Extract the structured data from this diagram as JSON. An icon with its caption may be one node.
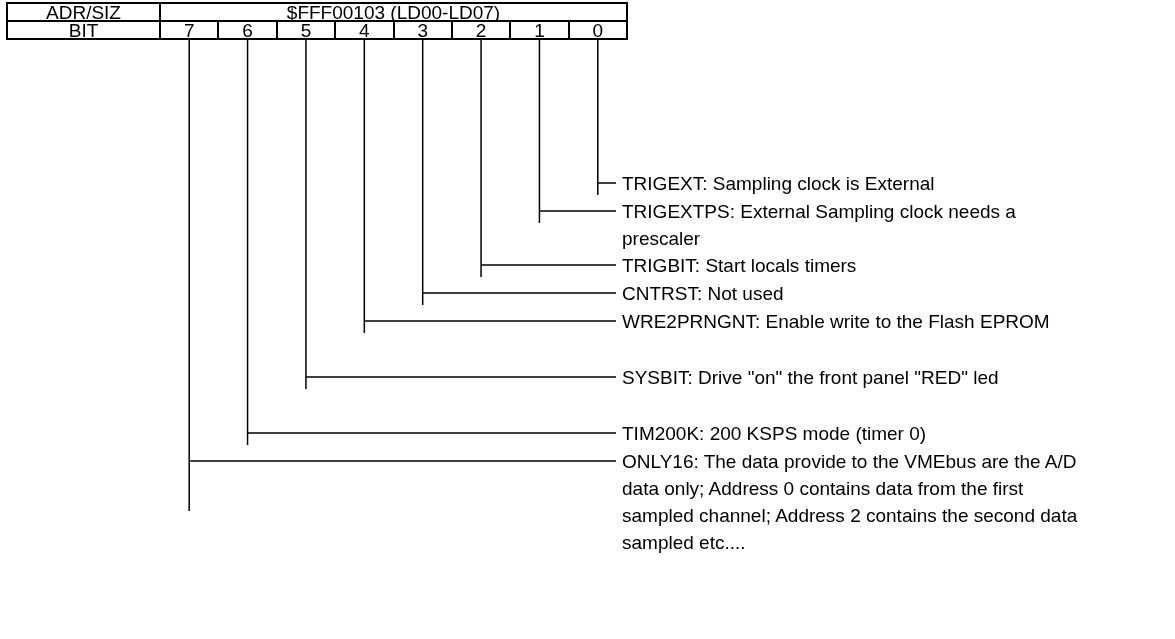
{
  "diagram": {
    "nodes": [
      {
        "text": [
          "ADR/SIZ"
        ]
      },
      {
        "text": [
          "$FFF00103 (LD00-LD07)"
        ]
      },
      {
        "text": [
          "BIT"
        ]
      },
      {
        "text": [
          "7"
        ]
      },
      {
        "text": [
          "6"
        ]
      },
      {
        "text": [
          "5"
        ]
      },
      {
        "text": [
          "4"
        ]
      },
      {
        "text": [
          "3"
        ]
      },
      {
        "text": [
          "2"
        ]
      },
      {
        "text": [
          "1"
        ]
      },
      {
        "text": [
          "0"
        ]
      },
      {
        "text": [
          "TRIGEXT: Sampling clock is External"
        ]
      },
      {
        "text": [
          "TRIGEXTPS: External Sampling clock needs a prescaler"
        ]
      },
      {
        "text": [
          "TRIGBIT: Start locals timers"
        ]
      },
      {
        "text": [
          "CNTRST: Not used"
        ]
      },
      {
        "text": [
          "WRE2PRNGNT: Enable write to the Flash EPROM"
        ]
      },
      {
        "text": [
          "SYSBIT: Drive \"on\" the front panel \"RED\" led"
        ]
      },
      {
        "text": [
          "TIM200K: 200 KSPS mode (timer 0)"
        ]
      },
      {
        "text": [
          "ONLY16: The data provide to the VMEbus are the A/D data only; Address 0 contains data from the first sampled channel; Address 2 contains the second data sampled etc...."
        ]
      }
    ],
    "edges": [
      {
        "from": 11,
        "to": 10,
        "arrow": "none"
      },
      {
        "from": 12,
        "to": 9,
        "arrow": "none"
      },
      {
        "from": 13,
        "to": 8,
        "arrow": "none"
      },
      {
        "from": 14,
        "to": 7,
        "arrow": "none"
      },
      {
        "from": 15,
        "to": 6,
        "arrow": "none"
      },
      {
        "from": 16,
        "to": 5,
        "arrow": "none"
      },
      {
        "from": 17,
        "to": 4,
        "arrow": "none"
      },
      {
        "from": 18,
        "to": 3,
        "arrow": "none"
      }
    ]
  }
}
